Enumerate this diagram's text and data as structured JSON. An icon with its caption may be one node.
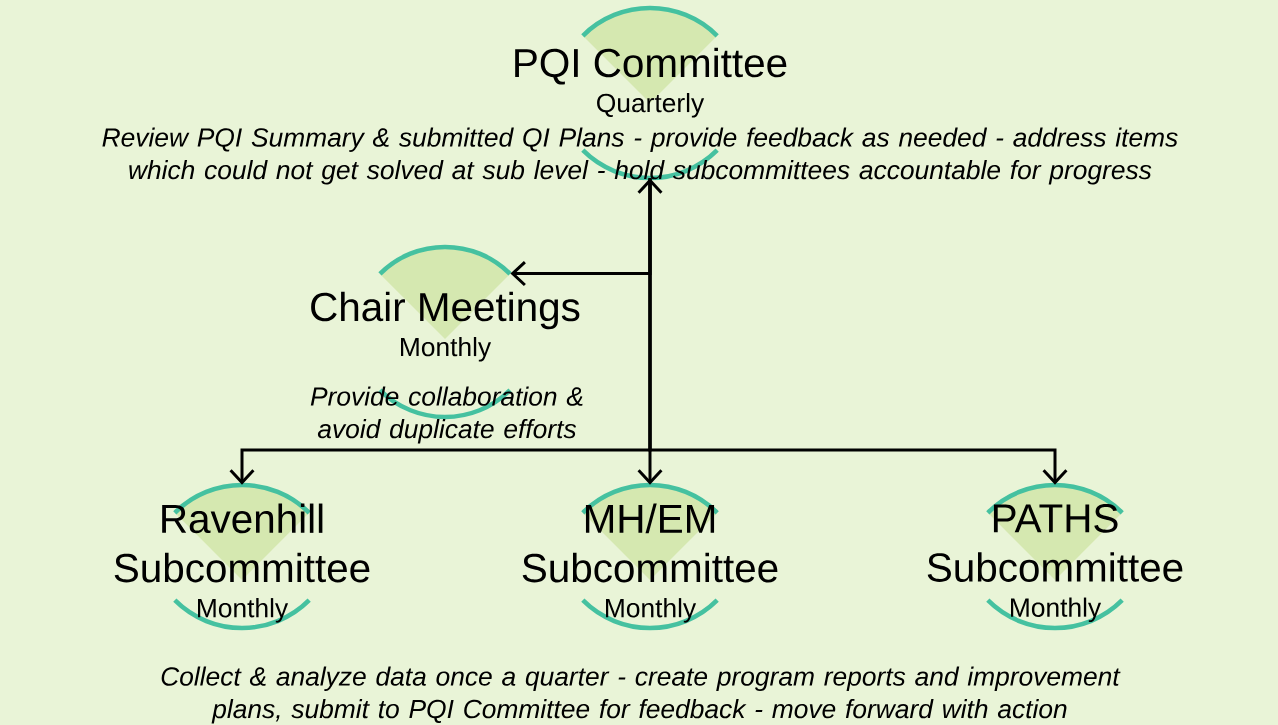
{
  "diagram": {
    "nodes": [
      {
        "text": [
          "PQI Committee",
          "Quarterly",
          "Review PQI Summary & submitted QI Plans - provide feedback as needed - address items which could not get solved at sub level - hold subcommittees accountable for progress"
        ]
      },
      {
        "text": [
          "Chair Meetings",
          "Monthly",
          "Provide collaboration & avoid duplicate efforts"
        ]
      },
      {
        "text": [
          "Ravenhill Subcommittee",
          "Monthly"
        ]
      },
      {
        "text": [
          "MH/EM Subcommittee",
          "Monthly"
        ]
      },
      {
        "text": [
          "PATHS Subcommittee",
          "Monthly"
        ]
      }
    ],
    "edges": [
      {
        "from": 0,
        "to": 1,
        "arrow": "to"
      },
      {
        "from": 0,
        "to": 2,
        "arrow": "to"
      },
      {
        "from": 0,
        "to": 3,
        "arrow": "both"
      },
      {
        "from": 0,
        "to": 4,
        "arrow": "to"
      }
    ],
    "labels": [
      "Collect & analyze data once a quarter - create program reports and improvement plans, submit to PQI Committee for feedback - move forward with action"
    ]
  }
}
